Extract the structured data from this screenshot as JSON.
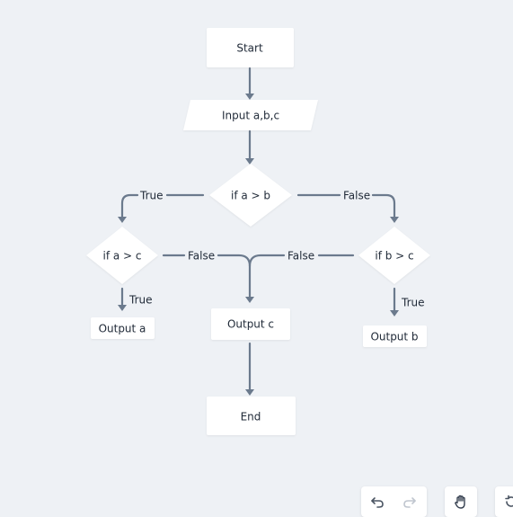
{
  "nodes": {
    "start": "Start",
    "input": "Input a,b,c",
    "cond_ab": "if a > b",
    "cond_ac": "if a > c",
    "cond_bc": "if b > c",
    "output_a": "Output a",
    "output_b": "Output b",
    "output_c": "Output c",
    "end": "End"
  },
  "edges": {
    "ab_true": "True",
    "ab_false": "False",
    "ac_true": "True",
    "ac_false": "False",
    "bc_true": "True",
    "bc_false": "False"
  },
  "toolbar": {
    "undo_icon": "undo-icon",
    "redo_icon": "redo-icon",
    "hand_icon": "hand-icon",
    "reset_icon": "reset-icon"
  },
  "colors": {
    "background": "#eef1f5",
    "node_fill": "#ffffff",
    "edge": "#6b7a8d"
  }
}
